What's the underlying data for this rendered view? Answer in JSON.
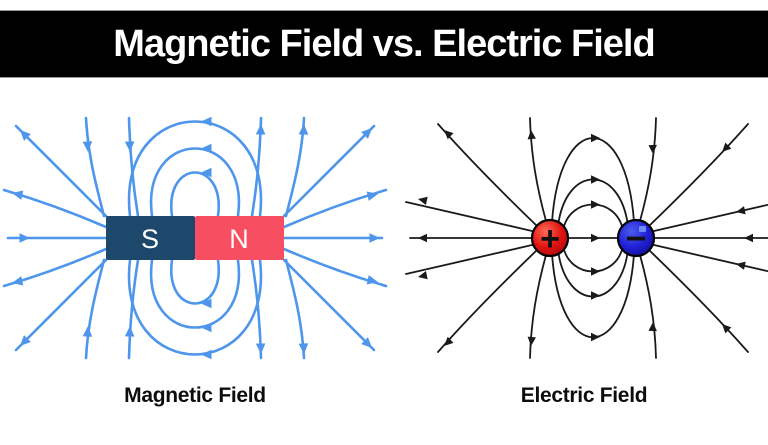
{
  "title": "Magnetic Field vs. Electric Field",
  "panels": {
    "magnetic": {
      "caption": "Magnetic Field",
      "pole_s": "S",
      "pole_n": "N"
    },
    "electric": {
      "caption": "Electric Field",
      "positive_sign": "+",
      "negative_sign": "−"
    }
  },
  "colors": {
    "page_bg": "#ffffff",
    "header_bg": "#000000",
    "header_text": "#ffffff",
    "caption_color": "#0d0d0d",
    "field_blue": "#4E96EC",
    "magnet_s": "#1E486B",
    "magnet_n": "#F84E62",
    "charge_red": "#DF1212",
    "charge_blue": "#2020D6",
    "line_black": "#1a1a1a"
  }
}
